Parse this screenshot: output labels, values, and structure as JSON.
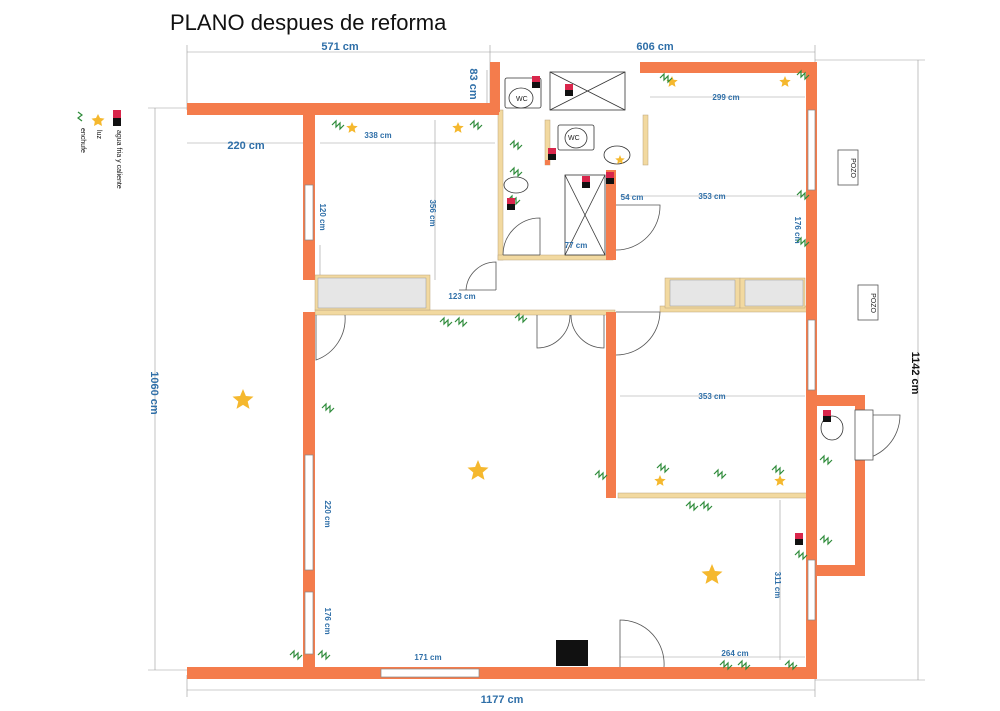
{
  "title": "PLANO despues de reforma",
  "legend": {
    "water_label": "agua fria y caliente",
    "light_label": "luz",
    "socket_label": "enchufe"
  },
  "fixtures": {
    "wc_label": "WC",
    "well_label": "POZO"
  },
  "dimensions": {
    "top_left_width": "571 cm",
    "top_right_width": "606 cm",
    "step_83": "83 cm",
    "left_offset_220": "220 cm",
    "total_height_left": "1060 cm",
    "total_height_right": "1142 cm",
    "total_width_bottom": "1177 cm",
    "room1_width": "338 cm",
    "room1_depth": "356 cm",
    "window_120": "120 cm",
    "door_123": "123 cm",
    "bath_door_77": "77 cm",
    "step_54": "54 cm",
    "room2_width_299": "299 cm",
    "room2_width_353": "353 cm",
    "room2_window_176": "176 cm",
    "room3_width_353": "353 cm",
    "living_window_220": "220 cm",
    "living_window_176": "176 cm",
    "bottom_window_171": "171 cm",
    "kitchen_width_264": "264 cm",
    "kitchen_311": "311 cm"
  },
  "colors": {
    "wall": "#F47C4C",
    "partition": "#F2D9A0",
    "dimension_text": "#2F6FA8",
    "light_star": "#F5B82E",
    "socket": "#2E8B3A",
    "water_hot": "#D9264B",
    "water_cold": "#111111"
  }
}
